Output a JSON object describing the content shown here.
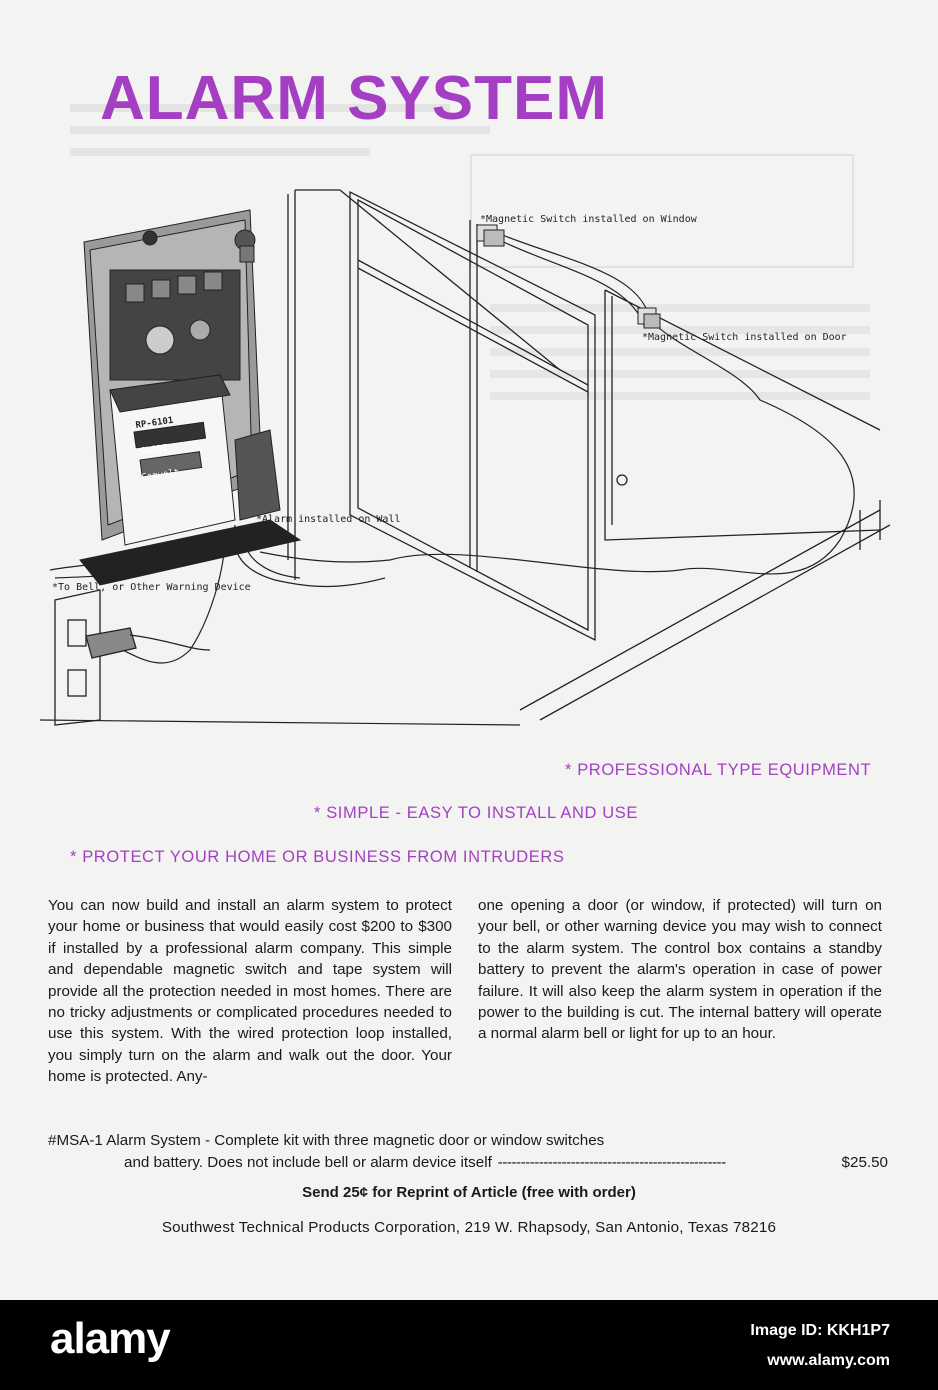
{
  "title": "ALARM SYSTEM",
  "labels": {
    "window_switch": "*Magnetic Switch installed on Window",
    "door_switch": "*Magnetic Switch installed on Door",
    "alarm_wall": "*Alarm installed on Wall",
    "bell": "*To Bell, or Other Warning Device",
    "battery_model": "RP-6101",
    "battery_brand": "GLOBE",
    "battery_tag": "Comvolt"
  },
  "features": [
    "* PROFESSIONAL TYPE EQUIPMENT",
    "* SIMPLE - EASY TO INSTALL AND USE",
    "* PROTECT YOUR HOME OR BUSINESS FROM INTRUDERS"
  ],
  "body": {
    "left": "You can now build and install an alarm system to protect your home or business that would easily cost $200 to $300 if installed by a professional alarm company. This simple and dependable magnetic switch and tape system will provide all the protection needed in most homes. There are no tricky adjustments or complicated procedures needed to use this system. With the wired protection loop installed, you simply turn on the alarm and walk out the door. Your home is protected. Any-",
    "right": "one opening a door (or window, if protected) will turn on your bell, or other warning device you may wish to connect to the alarm system. The control box contains a standby battery to prevent the alarm's operation in case of power failure. It will also keep the alarm system in operation if the power to the building is cut. The internal battery will operate a normal alarm bell or light for up to an hour."
  },
  "order": {
    "line1": "#MSA-1 Alarm System - Complete kit with three magnetic door or window switches",
    "line2": "and battery.  Does not include bell or alarm device itself",
    "dashes": "--------------------------------------------------",
    "price": "$25.50"
  },
  "send": "Send 25¢ for Reprint of Article (free with order)",
  "corp": "Southwest Technical Products Corporation, 219 W. Rhapsody, San Antonio, Texas 78216",
  "watermark": {
    "brand": "alamy",
    "image_id": "Image ID: KKH1P7",
    "site": "www.alamy.com"
  },
  "colors": {
    "accent": "#a43fc4",
    "paper": "#f3f3f1",
    "ink": "#1a1a1a"
  }
}
